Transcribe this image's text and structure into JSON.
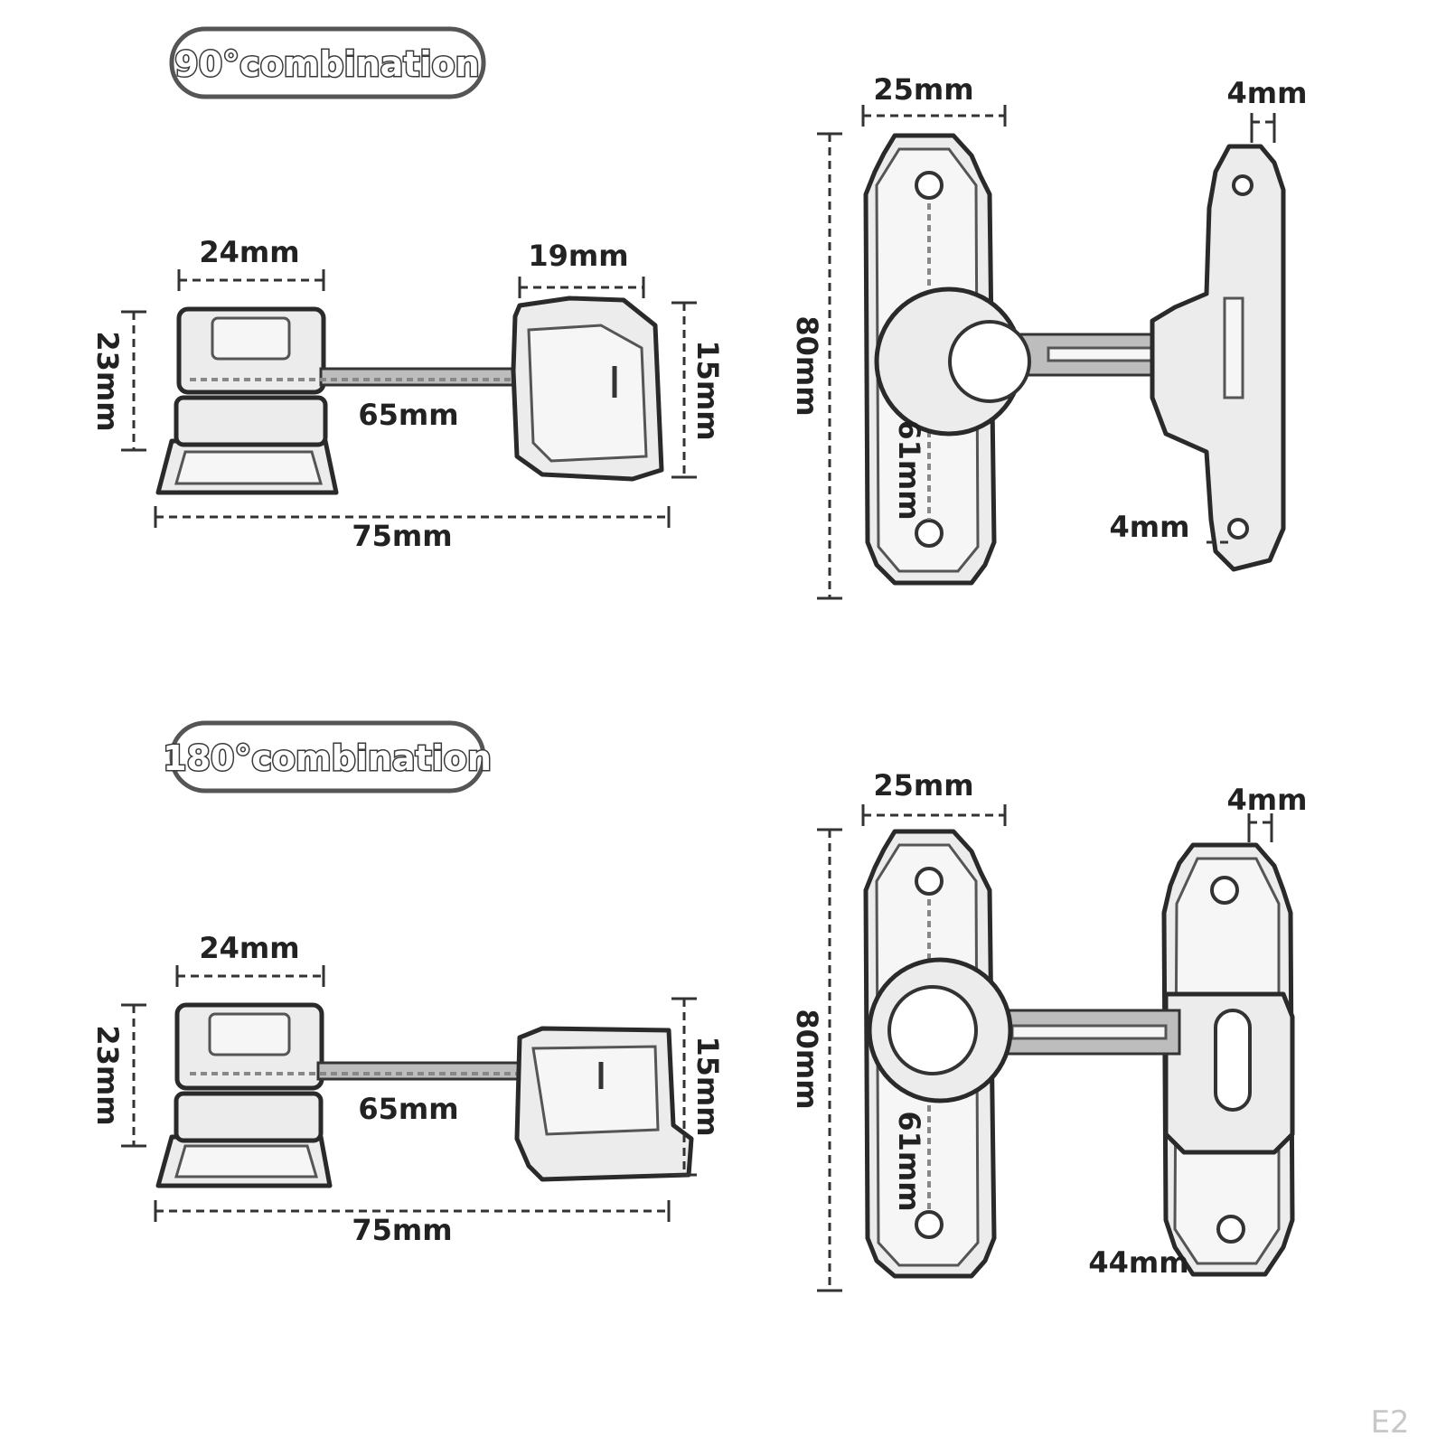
{
  "sections": {
    "top": {
      "label": "90°combination"
    },
    "bottom": {
      "label": "180°combination"
    }
  },
  "top_side_view": {
    "width_24": "24mm",
    "width_19": "19mm",
    "height_23": "23mm",
    "height_15": "15mm",
    "bar_65": "65mm",
    "total_75": "75mm"
  },
  "top_front_view": {
    "width_25": "25mm",
    "slot_4": "4mm",
    "height_80": "80mm",
    "hole_spacing_61": "61mm",
    "gap_4": "4mm"
  },
  "bottom_side_view": {
    "width_24": "24mm",
    "height_23": "23mm",
    "height_15": "15mm",
    "bar_65": "65mm",
    "total_75": "75mm"
  },
  "bottom_front_view": {
    "width_25": "25mm",
    "slot_4": "4mm",
    "height_80": "80mm",
    "hole_spacing_61": "61mm",
    "plate_44": "44mm"
  },
  "corner_mark": "E2"
}
